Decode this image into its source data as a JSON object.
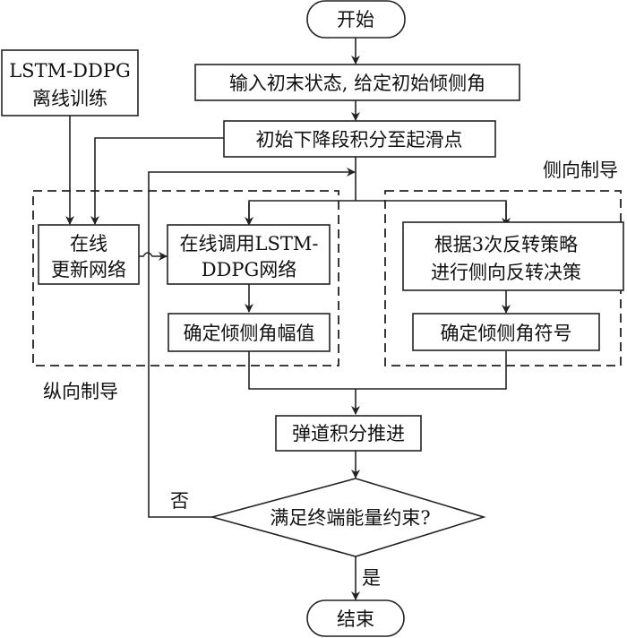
{
  "diagram": {
    "title": "",
    "nodes": {
      "start": {
        "label": "开始",
        "shape": "terminal"
      },
      "input": {
        "label": "输入初末状态, 给定初始倾侧角",
        "shape": "process"
      },
      "initial_descent": {
        "label": "初始下降段积分至起滑点",
        "shape": "process"
      },
      "offline_training": {
        "lines": [
          "LSTM-DDPG",
          "离线训练"
        ],
        "shape": "process"
      },
      "online_update": {
        "lines": [
          "在线",
          "更新网络"
        ],
        "shape": "process"
      },
      "online_call": {
        "lines": [
          "在线调用LSTM-",
          "DDPG网络"
        ],
        "shape": "process"
      },
      "bank_magnitude": {
        "label": "确定倾侧角幅值",
        "shape": "process"
      },
      "reversal_decision": {
        "lines": [
          "根据3次反转策略",
          "进行侧向反转决策"
        ],
        "shape": "process"
      },
      "bank_sign": {
        "label": "确定倾侧角符号",
        "shape": "process"
      },
      "trajectory_integration": {
        "label": "弹道积分推进",
        "shape": "process"
      },
      "terminal_check": {
        "label": "满足终端能量约束?",
        "shape": "decision"
      },
      "end": {
        "label": "结束",
        "shape": "terminal"
      }
    },
    "groups": {
      "longitudinal": {
        "label": "纵向制导"
      },
      "lateral": {
        "label": "侧向制导"
      }
    },
    "edge_labels": {
      "no": "否",
      "yes": "是"
    },
    "edges": [
      [
        "start",
        "input"
      ],
      [
        "input",
        "initial_descent"
      ],
      [
        "initial_descent",
        "online_update"
      ],
      [
        "initial_descent",
        "online_call"
      ],
      [
        "initial_descent",
        "reversal_decision"
      ],
      [
        "offline_training",
        "online_update"
      ],
      [
        "online_update",
        "online_call"
      ],
      [
        "online_call",
        "bank_magnitude"
      ],
      [
        "reversal_decision",
        "bank_sign"
      ],
      [
        "bank_magnitude",
        "trajectory_integration"
      ],
      [
        "bank_sign",
        "trajectory_integration"
      ],
      [
        "trajectory_integration",
        "terminal_check"
      ],
      [
        "terminal_check",
        "end",
        "yes"
      ],
      [
        "terminal_check",
        "initial_descent_merge",
        "no"
      ]
    ]
  }
}
